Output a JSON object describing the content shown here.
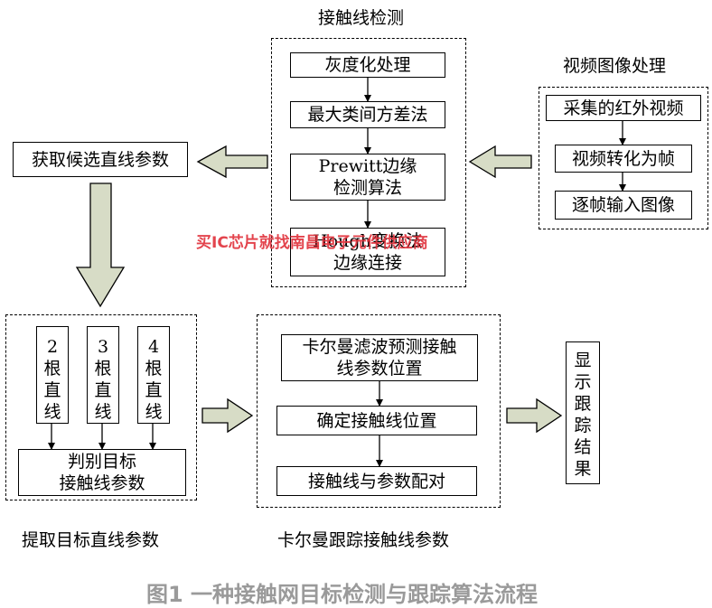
{
  "detection": {
    "title": "接触线检测",
    "steps": [
      "灰度化处理",
      "最大类间方差法",
      "Prewitt边缘\n检测算法",
      "Hough变换法\n边缘连接"
    ]
  },
  "video": {
    "title": "视频图像处理",
    "steps": [
      "采集的红外视频",
      "视频转化为帧",
      "逐帧输入图像"
    ]
  },
  "candidate": {
    "label": "获取候选直线参数"
  },
  "extract": {
    "title": "提取目标直线参数",
    "lines": [
      "2\n根\n直\n线",
      "3\n根\n直\n线",
      "4\n根\n直\n线"
    ],
    "judge": "判别目标\n接触线参数"
  },
  "kalman": {
    "title": "卡尔曼跟踪接触线参数",
    "steps": [
      "卡尔曼滤波预测接触\n线参数位置",
      "确定接触线位置",
      "接触线与参数配对"
    ]
  },
  "result": {
    "label": "显\n示\n跟\n踪\n结\n果"
  },
  "caption": "图1 一种接触网目标检测与跟踪算法流程",
  "watermark": "买IC芯片就找南昌电子元件供应商"
}
